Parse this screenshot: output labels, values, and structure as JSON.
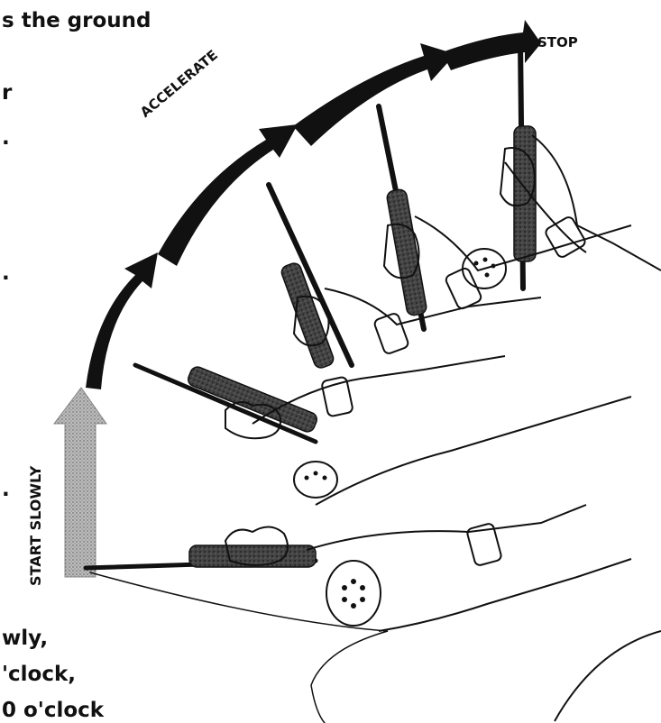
{
  "labels": {
    "stop": "STOP",
    "accelerate": "ACCELERATE",
    "start_slowly": "START SLOWLY"
  },
  "text_fragments": {
    "top_line": "s the ground",
    "stray_1": "r",
    "stray_2": ".",
    "stray_3": ".",
    "stray_4": ".",
    "bottom_1": "wly,",
    "bottom_2": "'clock,",
    "bottom_3": "0 o'clock"
  }
}
